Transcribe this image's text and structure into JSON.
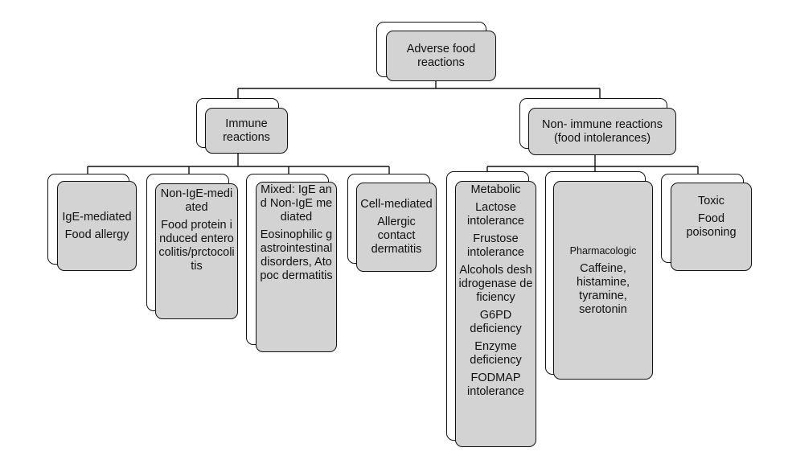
{
  "root": {
    "label": "Adverse food reactions"
  },
  "branches": [
    {
      "label": "Immune reactions",
      "children": [
        {
          "title": "IgE-mediated",
          "body": "Food allergy"
        },
        {
          "title": "Non-IgE-mediated",
          "body": "Food protein induced enterocolitis/prctocolitis"
        },
        {
          "title": "Mixed: IgE and Non-IgE mediated",
          "body": "Eosinophilic gastrointestinal disorders, Atopoc dermatitis"
        },
        {
          "title": "Cell-mediated",
          "body": "Allergic contact dermatitis"
        }
      ]
    },
    {
      "label": "Non- immune reactions (food intolerances)",
      "children": [
        {
          "title": "Metabolic",
          "items": [
            "Lactose intolerance",
            "Frustose intolerance",
            "Alcohols deshidrogenase deficiency",
            "G6PD deficiency",
            "Enzyme deficiency",
            "FODMAP intolerance"
          ]
        },
        {
          "title": "Pharmacologic",
          "body": "Caffeine, histamine, tyramine, serotonin"
        },
        {
          "title": "Toxic",
          "body": "Food poisoning"
        }
      ]
    }
  ],
  "colors": {
    "box_fill": "#d3d3d3",
    "box_back": "#ffffff",
    "line": "#111111"
  }
}
